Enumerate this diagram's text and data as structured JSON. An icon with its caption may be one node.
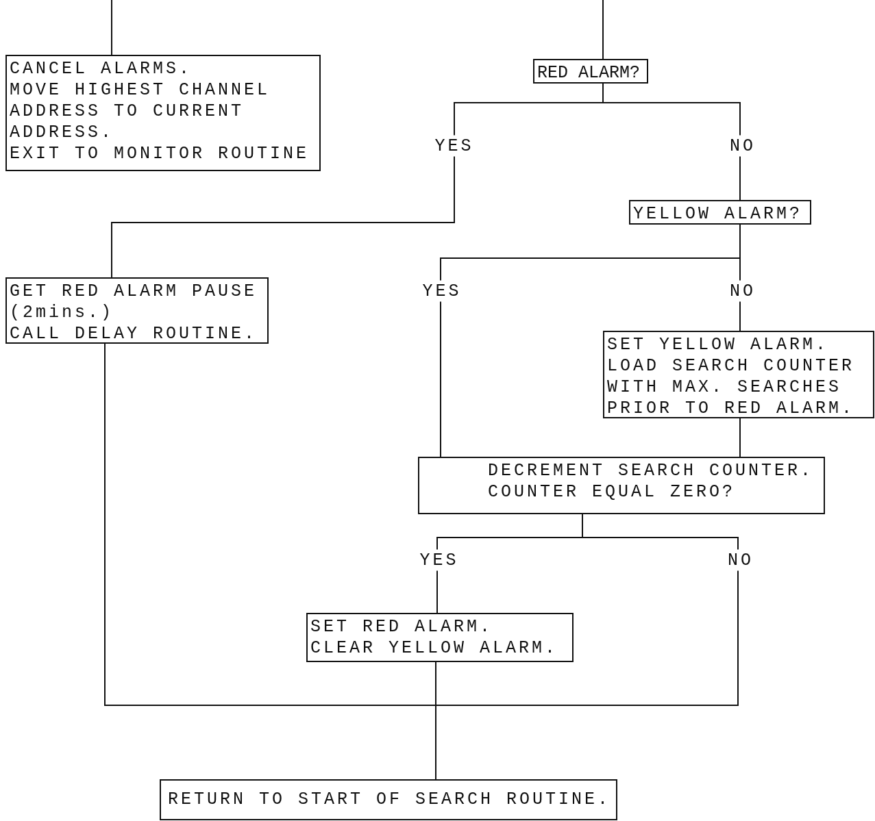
{
  "diagram": {
    "nodes": [
      {
        "text": [
          "CANCEL ALARMS.",
          "MOVE HIGHEST CHANNEL ADDRESS TO CURRENT ADDRESS.",
          "EXIT TO MONITOR ROUTINE"
        ]
      },
      {
        "text": [
          "RED ALARM?"
        ]
      },
      {
        "text": [
          "YELLOW ALARM?"
        ]
      },
      {
        "text": [
          "GET RED ALARM PAUSE (2mins.)",
          "CALL DELAY ROUTINE."
        ]
      },
      {
        "text": [
          "SET YELLOW ALARM.",
          "LOAD SEARCH COUNTER WITH MAX. SEARCHES PRIOR TO RED ALARM."
        ]
      },
      {
        "text": [
          "DECREMENT SEARCH COUNTER.",
          "COUNTER EQUAL ZERO?"
        ]
      },
      {
        "text": [
          "SET RED ALARM.",
          "CLEAR YELLOW ALARM."
        ]
      },
      {
        "text": [
          "RETURN TO START OF SEARCH ROUTINE."
        ]
      }
    ],
    "edges": [
      {
        "from": null,
        "to": 0,
        "arrow": "none"
      },
      {
        "from": null,
        "to": 1,
        "arrow": "none"
      },
      {
        "from": 1,
        "to": 3,
        "arrow": "none",
        "label": "YES"
      },
      {
        "from": 1,
        "to": 2,
        "arrow": "none",
        "label": "NO"
      },
      {
        "from": 2,
        "to": 5,
        "arrow": "none",
        "label": "YES"
      },
      {
        "from": 2,
        "to": 4,
        "arrow": "none",
        "label": "NO"
      },
      {
        "from": 4,
        "to": 5,
        "arrow": "none"
      },
      {
        "from": 5,
        "to": 6,
        "arrow": "none",
        "label": "YES"
      },
      {
        "from": 5,
        "to": 7,
        "arrow": "none",
        "label": "NO"
      },
      {
        "from": 3,
        "to": 7,
        "arrow": "none"
      },
      {
        "from": 6,
        "to": 7,
        "arrow": "none"
      }
    ]
  }
}
